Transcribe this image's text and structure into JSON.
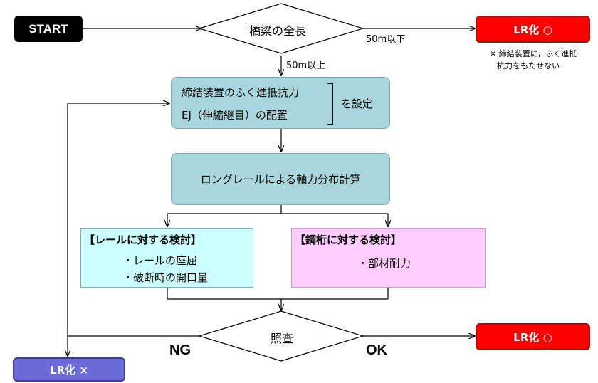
{
  "start": {
    "label": "START"
  },
  "decision_length": {
    "label": "橋梁の全長"
  },
  "branch_le_50": {
    "label": "50m以下"
  },
  "branch_ge_50": {
    "label": "50m以上"
  },
  "result_ok_top": {
    "label": "LR化 ○"
  },
  "note": {
    "line1": "※ 締結装置に，ふく進抵",
    "line2": "抗力をもたせない"
  },
  "settings": {
    "line1": "締結装置のふく進抵抗力",
    "line2": "EJ（伸縮継目）の配置",
    "suffix": "を設定"
  },
  "calc": {
    "label": "ロングレールによる軸力分布計算"
  },
  "rail_check": {
    "title": "【レールに対する検討】",
    "items": [
      "・レールの座屈",
      "・破断時の開口量"
    ]
  },
  "steel_check": {
    "title": "【鋼桁に対する検討】",
    "items": [
      "・部材耐力"
    ]
  },
  "decision_check": {
    "label": "照査"
  },
  "branch_ng": {
    "label": "NG"
  },
  "branch_ok": {
    "label": "OK"
  },
  "result_ok_bottom": {
    "label": "LR化 ○"
  },
  "result_ng": {
    "label": "LR化 ×"
  }
}
